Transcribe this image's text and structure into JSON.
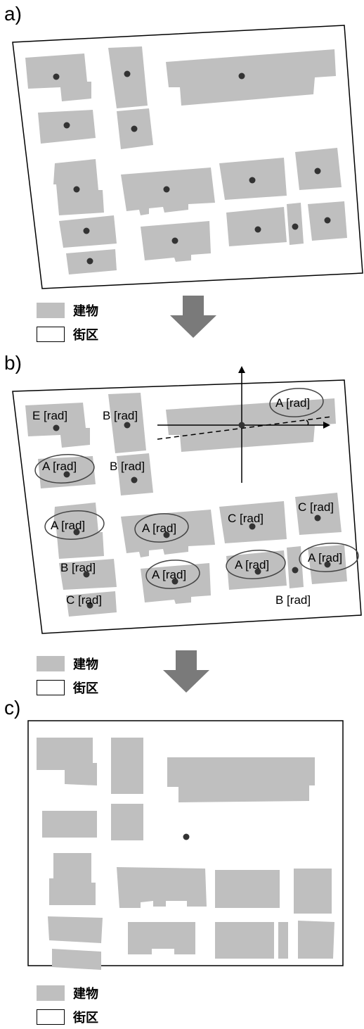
{
  "panels": {
    "a": {
      "label": "a)"
    },
    "b": {
      "label": "b)"
    },
    "c": {
      "label": "c)"
    }
  },
  "legend": {
    "building": "建物",
    "block": "街区"
  },
  "panel_b_labels": {
    "e1": "E [rad]",
    "b1": "B [rad]",
    "a_top": "A [rad]",
    "a_left": "A [rad]",
    "b2": "B [rad]",
    "a2": "A [rad]",
    "a3": "A [rad]",
    "c1": "C [rad]",
    "c2": "C [rad]",
    "b3": "B [rad]",
    "a4": "A [rad]",
    "a5": "A [rad]",
    "a6": "A [rad]",
    "c3": "C [rad]",
    "b4": "B [rad]"
  },
  "colors": {
    "building": "#bfbfbf",
    "centroid": "#333333",
    "arrow": "#7a7a7a",
    "outline": "#000000"
  }
}
